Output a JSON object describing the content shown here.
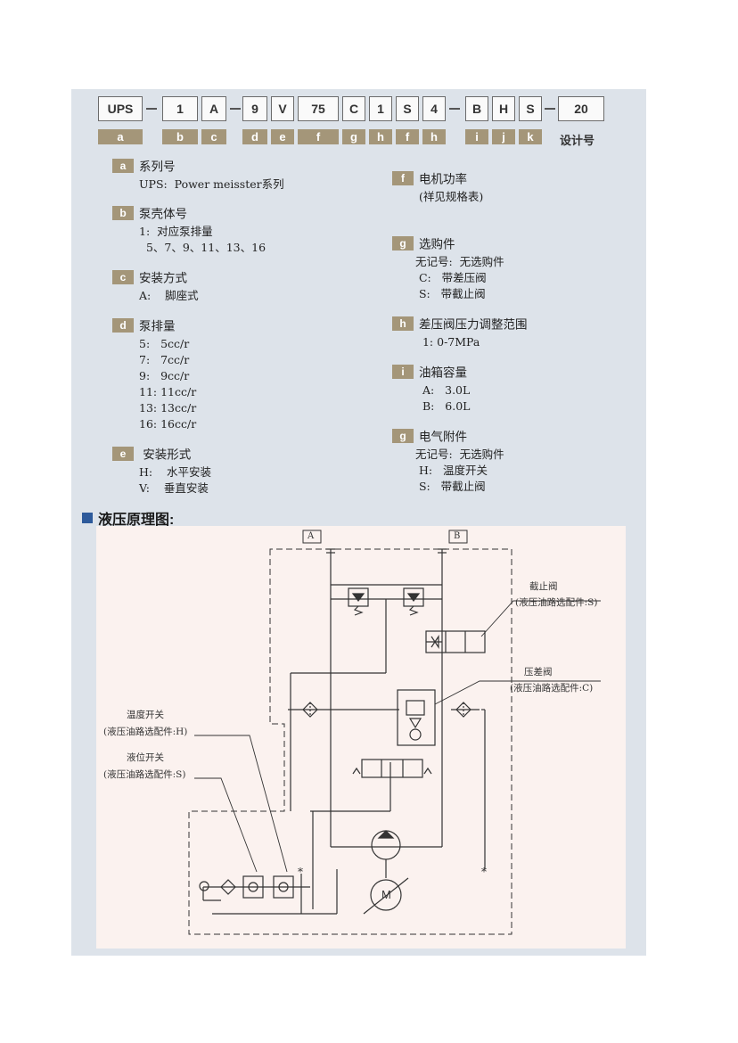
{
  "model_code": {
    "boxes": [
      "UPS",
      "1",
      "A",
      "9",
      "V",
      "75",
      "C",
      "1",
      "S",
      "4",
      "B",
      "H",
      "S",
      "20"
    ],
    "letters": [
      "a",
      "b",
      "c",
      "d",
      "e",
      "f",
      "g",
      "h",
      "f",
      "h",
      "i",
      "j",
      "k"
    ],
    "design_label": "设计号"
  },
  "left_sections": [
    {
      "tag": "a",
      "title": "系列号",
      "lines": [
        "UPS:  Power meisster系列"
      ]
    },
    {
      "tag": "b",
      "title": "泵壳体号",
      "lines": [
        "1:  对应泵排量",
        "  5、7、9、11、13、16"
      ]
    },
    {
      "tag": "c",
      "title": "安装方式",
      "lines": [
        "A:    脚座式"
      ]
    },
    {
      "tag": "d",
      "title": "泵排量",
      "lines": [
        "5:   5cc/r",
        "7:   7cc/r",
        "9:   9cc/r",
        "11: 11cc/r",
        "13: 13cc/r",
        "16: 16cc/r"
      ]
    },
    {
      "tag": "e",
      "title": " 安装形式",
      "lines": [
        "H:    水平安装",
        "V:    垂直安装"
      ]
    }
  ],
  "right_sections": [
    {
      "tag": "f",
      "title": "电机功率",
      "lines": [
        "(祥见规格表)"
      ]
    },
    {
      "tag": "g",
      "title": "选购件",
      "lines": [
        "无记号:  无选购件",
        " C:   带差压阀",
        " S:   带截止阀"
      ]
    },
    {
      "tag": "h",
      "title": "差压阀压力调整范围",
      "lines": [
        " 1: 0-7MPa"
      ]
    },
    {
      "tag": "i",
      "title": "油箱容量",
      "lines": [
        " A:   3.0L",
        " B:   6.0L"
      ]
    },
    {
      "tag": "g",
      "title": "电气附件",
      "lines": [
        "无记号:  无选购件",
        " H:   温度开关",
        " S:   带截止阀"
      ]
    }
  ],
  "schematic_heading": "液压原理图:",
  "diagram": {
    "port_a": "A",
    "port_b": "B",
    "shutoff_valve": "截止阀",
    "shutoff_valve_option": "(液压油路选配件:S)",
    "diff_pressure_valve": "压差阀",
    "diff_pressure_valve_option": "(液压油路选配件:C)",
    "temp_switch": "温度开关",
    "temp_switch_option": "(液压油路选配件:H)",
    "level_switch": "液位开关",
    "level_switch_option": "(液压油路选配件:S)",
    "motor_symbol": "M"
  }
}
